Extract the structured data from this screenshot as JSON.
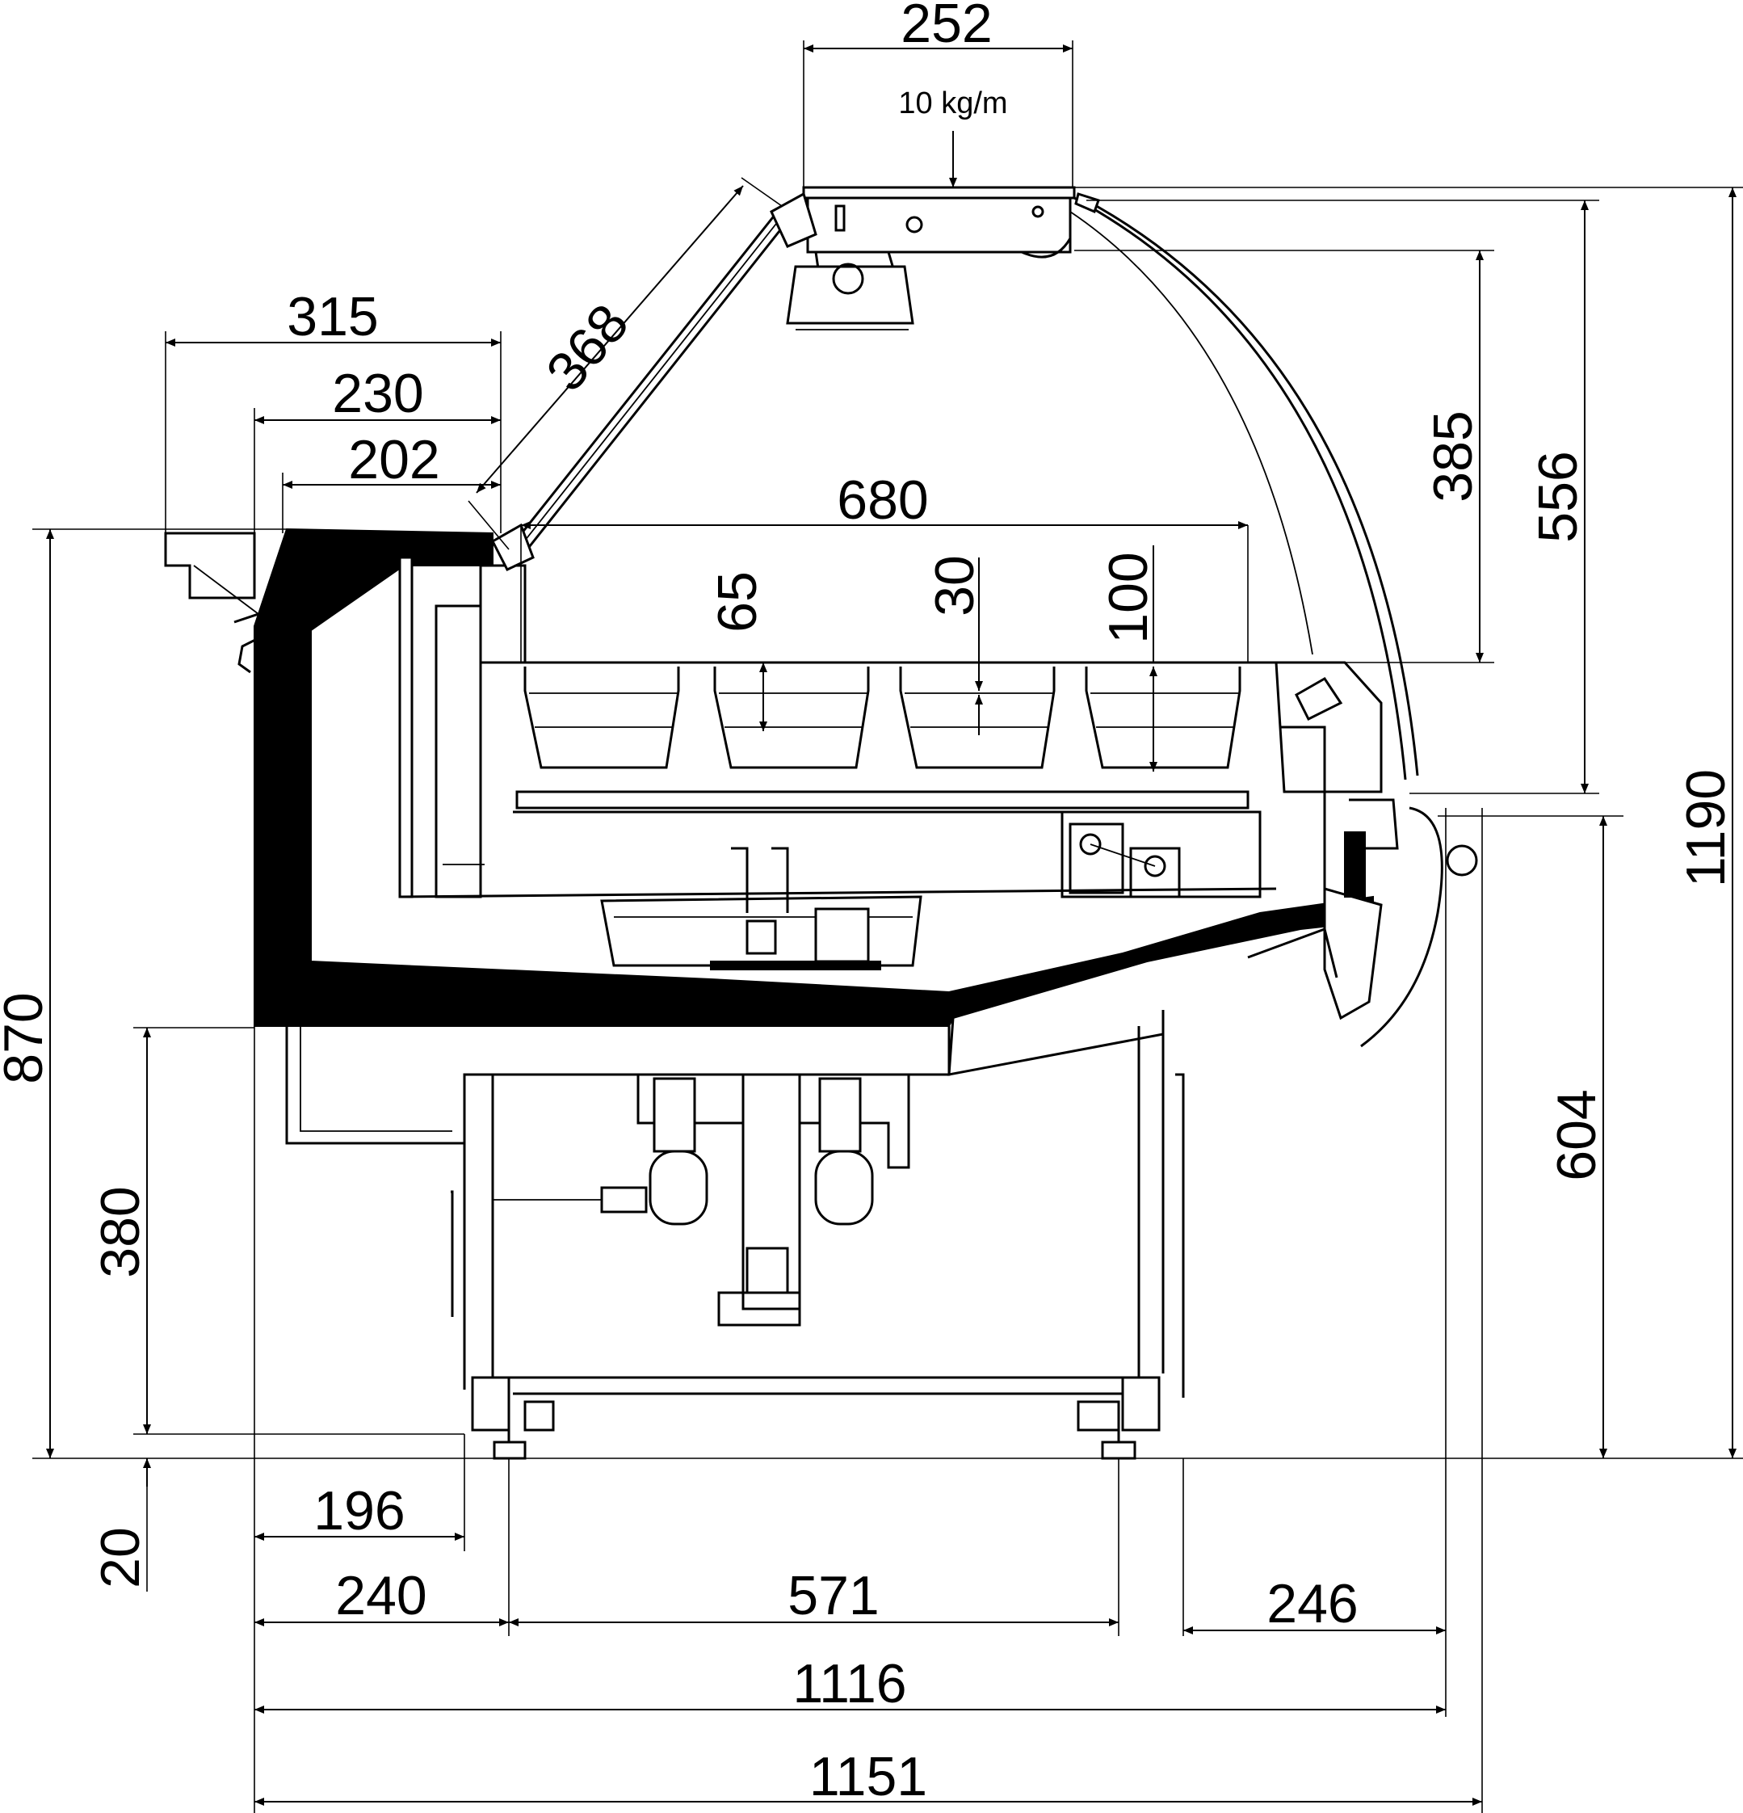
{
  "load_label": "10 kg/m",
  "dimensions": {
    "canopy_width": "252",
    "glass_length": "368",
    "overhang_315": "315",
    "overhang_230": "230",
    "overhang_202": "202",
    "pan_span": "680",
    "pan_depth_65": "65",
    "pan_depth_30": "30",
    "pan_depth_100": "100",
    "height_385": "385",
    "height_556": "556",
    "overall_height": "1190",
    "counter_height": "870",
    "front_height": "604",
    "leg_clearance": "380",
    "foot_height": "20",
    "offset_196": "196",
    "offset_240": "240",
    "leg_span": "571",
    "offset_246": "246",
    "width_1116": "1116",
    "overall_width": "1151"
  }
}
